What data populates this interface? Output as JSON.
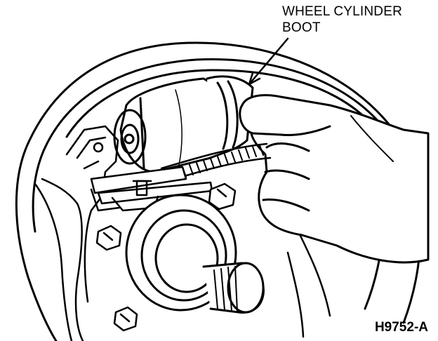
{
  "callout": {
    "line1": "WHEEL CYLINDER",
    "line2": "BOOT"
  },
  "figure_id": "H9752-A",
  "colors": {
    "ink": "#000000",
    "paper": "#ffffff"
  },
  "illustration": {
    "parts": [
      "backing-plate",
      "wheel-cylinder",
      "wheel-cylinder-boot",
      "return-spring",
      "adjuster-lever",
      "axle-spindle",
      "hand",
      "lug-nut"
    ]
  }
}
